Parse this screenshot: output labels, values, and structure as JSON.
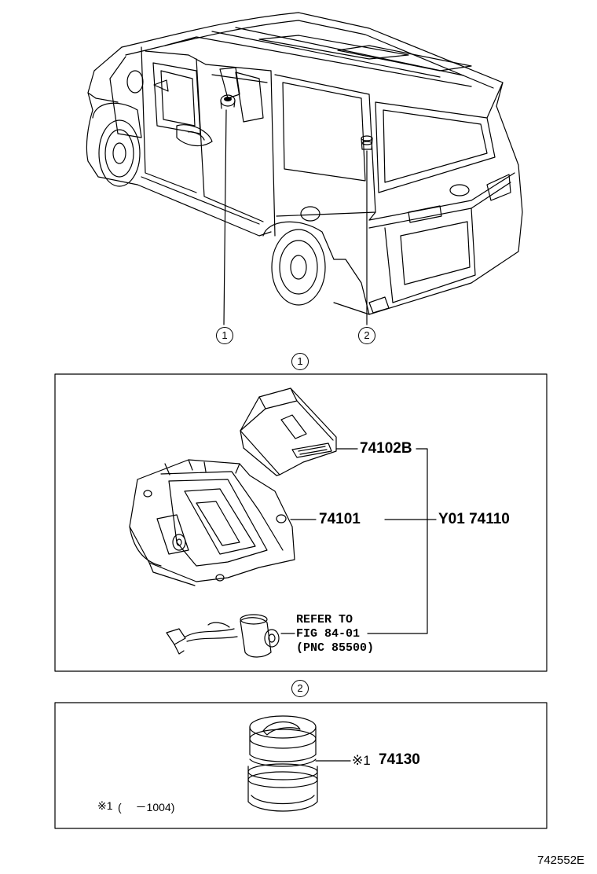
{
  "callouts": {
    "vehicle_1": "1",
    "vehicle_2": "2",
    "section_1": "1",
    "section_2": "2"
  },
  "section_1": {
    "part_front_box": "74102B",
    "part_housing": "74101",
    "part_assembly": "Y01 74110",
    "refer": {
      "line1": "REFER TO",
      "line2": "FIG 84-01",
      "line3": "(PNC 85500)"
    }
  },
  "section_2": {
    "part_ashtray_mark": "※1",
    "part_ashtray": "74130",
    "note_mark": "※1",
    "note_text": "(　 －1004)"
  },
  "figure_id": "742552E",
  "colors": {
    "line": "#000000",
    "background": "#ffffff"
  },
  "icons": [
    "vehicle-van-icon",
    "ashtray-box-icon",
    "ashtray-housing-icon",
    "lighter-socket-icon",
    "rear-ashtray-cup-icon"
  ]
}
